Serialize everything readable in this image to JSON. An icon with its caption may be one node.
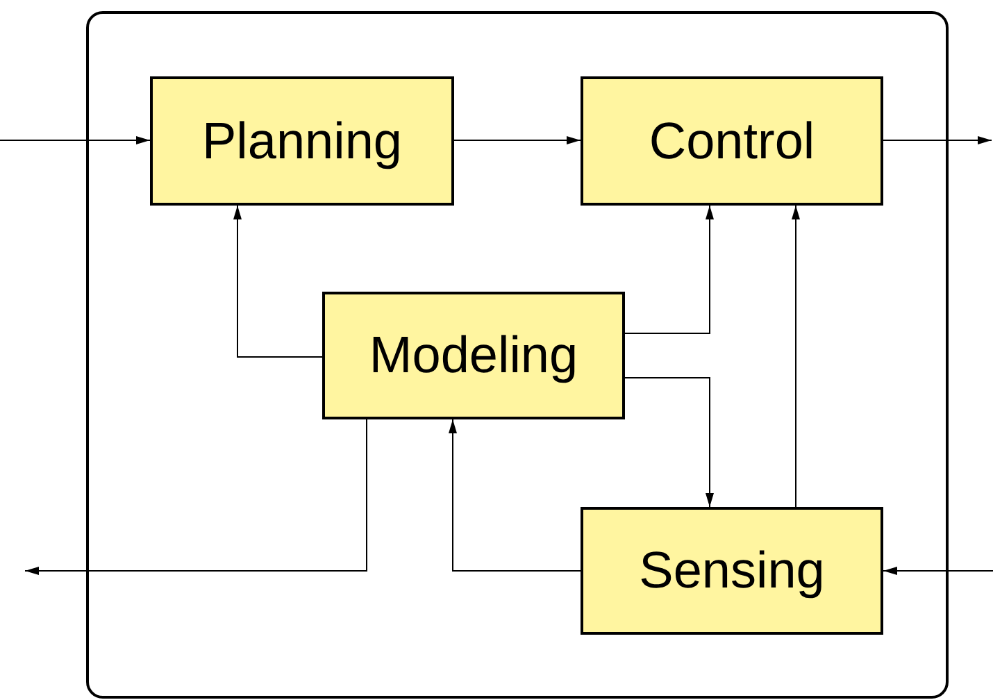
{
  "diagram": {
    "nodes": [
      {
        "text": [],
        "shape": "box"
      },
      {
        "text": [
          "Planning"
        ],
        "in": 0
      },
      {
        "text": [
          "Control"
        ],
        "in": 0
      },
      {
        "text": [
          "Modeling"
        ],
        "in": 0
      },
      {
        "text": [
          "Sensing"
        ],
        "in": 0
      }
    ],
    "edges": [
      {
        "from": null,
        "to": 1,
        "arrow": "to"
      },
      {
        "from": 1,
        "to": 2,
        "arrow": "to"
      },
      {
        "from": 2,
        "to": null,
        "arrow": "to"
      },
      {
        "from": 3,
        "to": 1,
        "arrow": "to"
      },
      {
        "from": 3,
        "to": 2,
        "arrow": "to"
      },
      {
        "from": 3,
        "to": 4,
        "arrow": "to"
      },
      {
        "from": 4,
        "to": 2,
        "arrow": "to"
      },
      {
        "from": 4,
        "to": 3,
        "arrow": "to"
      },
      {
        "from": 3,
        "to": null,
        "arrow": "to"
      },
      {
        "from": null,
        "to": 4,
        "arrow": "to"
      }
    ]
  }
}
